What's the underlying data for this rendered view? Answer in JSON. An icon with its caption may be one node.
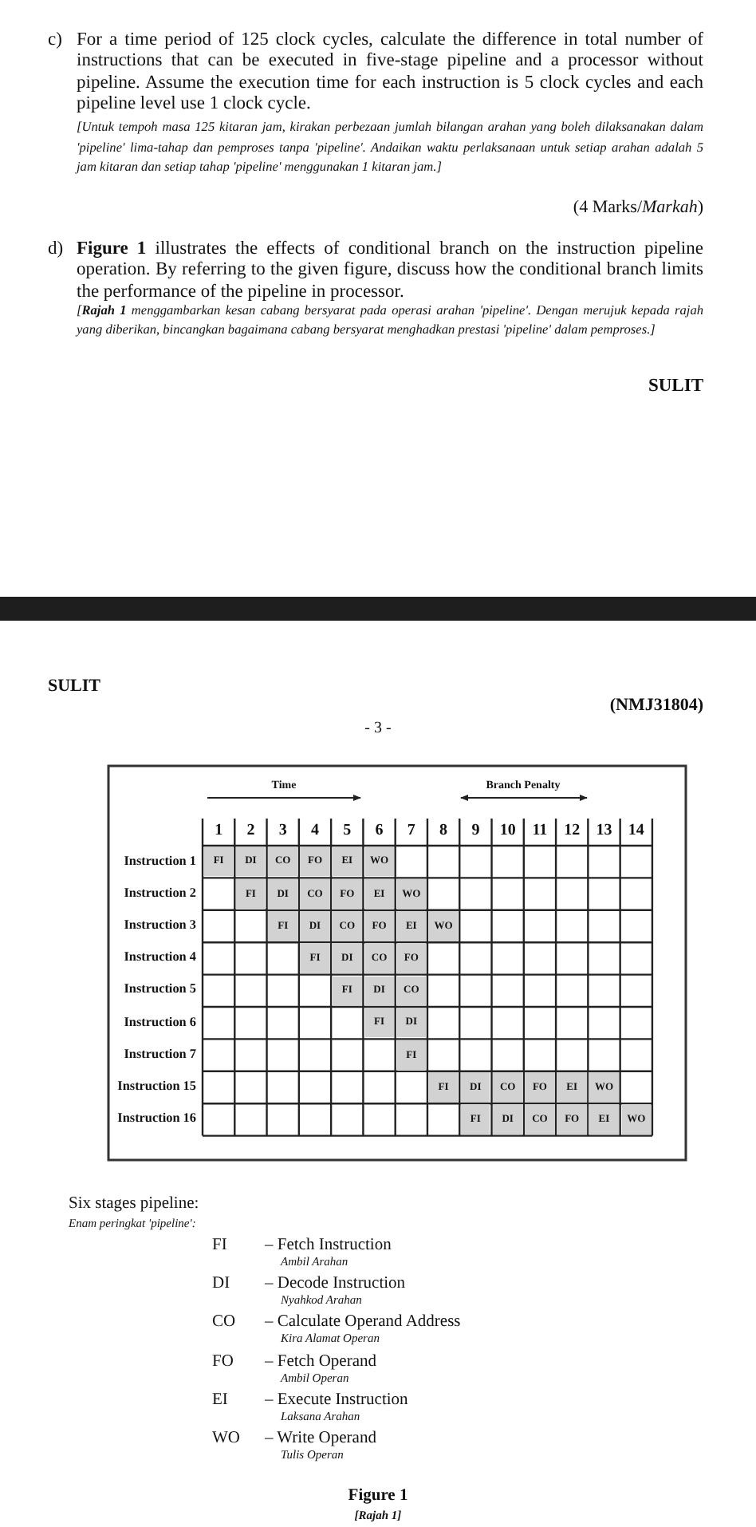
{
  "diagram": {
    "labels": [
      "c)",
      "For a time period of 125 clock cycles, calculate the difference in total number of instructions that can be executed in five-stage pipeline and a processor without pipeline. Assume the execution time for each instruction is 5 clock cycles and each pipeline level use 1 clock cycle.",
      "[Untuk tempoh masa 125 kitaran jam, kirakan perbezaan jumlah bilangan arahan yang boleh dilaksanakan dalam 'pipeline' lima-tahap dan pemproses tanpa 'pipeline'. Andaikan waktu perlaksanaan untuk setiap arahan adalah 5 jam kitaran dan setiap tahap 'pipeline' menggunakan 1 kitaran jam.]",
      "(4 Marks/*Markah*)",
      "d)",
      "**Figure 1** illustrates the effects of conditional branch on the instruction pipeline operation. By referring to the given figure, discuss how the conditional branch limits the performance of the pipeline in processor.",
      "[**Rajah 1** menggambarkan kesan cabang bersyarat pada operasi arahan 'pipeline'. Dengan merujuk kepada rajah yang diberikan, bincangkan bagaimana cabang bersyarat menghadkan prestasi 'pipeline' dalam pemproses.]",
      "SULIT",
      "SULIT",
      "(NMJ31804)",
      "- 3 -",
      "Time",
      "Branch Penalty",
      "1",
      "2",
      "3",
      "4",
      "5",
      "6",
      "7",
      "8",
      "9",
      "10",
      "11",
      "12",
      "13",
      "14",
      "Instruction 1",
      "FI",
      "DI",
      "CO",
      "FO",
      "EI",
      "WO",
      "Instruction 2",
      "FI",
      "DI",
      "CO",
      "FO",
      "EI",
      "WO",
      "Instruction 3",
      "FI",
      "DI",
      "CO",
      "FO",
      "EI",
      "WO",
      "Instruction 4",
      "FI",
      "DI",
      "CO",
      "FO",
      "Instruction 5",
      "FI",
      "DI",
      "CO",
      "Instruction 6",
      "FI",
      "DI",
      "Instruction 7",
      "FI",
      "Instruction 15",
      "FI",
      "DI",
      "CO",
      "FO",
      "EI",
      "WO",
      "Instruction 16",
      "FI",
      "DI",
      "CO",
      "FO",
      "EI",
      "WO",
      "Six stages pipeline:",
      "Enam peringkat 'pipeline':",
      "FI",
      "– Fetch Instruction",
      "Ambil Arahan",
      "DI",
      "– Decode Instruction",
      "Nyahkod Arahan",
      "CO",
      "– Calculate Operand Address",
      "Kira Alamat Operan",
      "FO",
      "– Fetch Operand",
      "Ambil Operan",
      "EI",
      "– Execute Instruction",
      "Laksana Arahan",
      "WO",
      "– Write Operand",
      "Tulis Operan",
      "Figure 1",
      "[Rajah 1]"
    ]
  }
}
